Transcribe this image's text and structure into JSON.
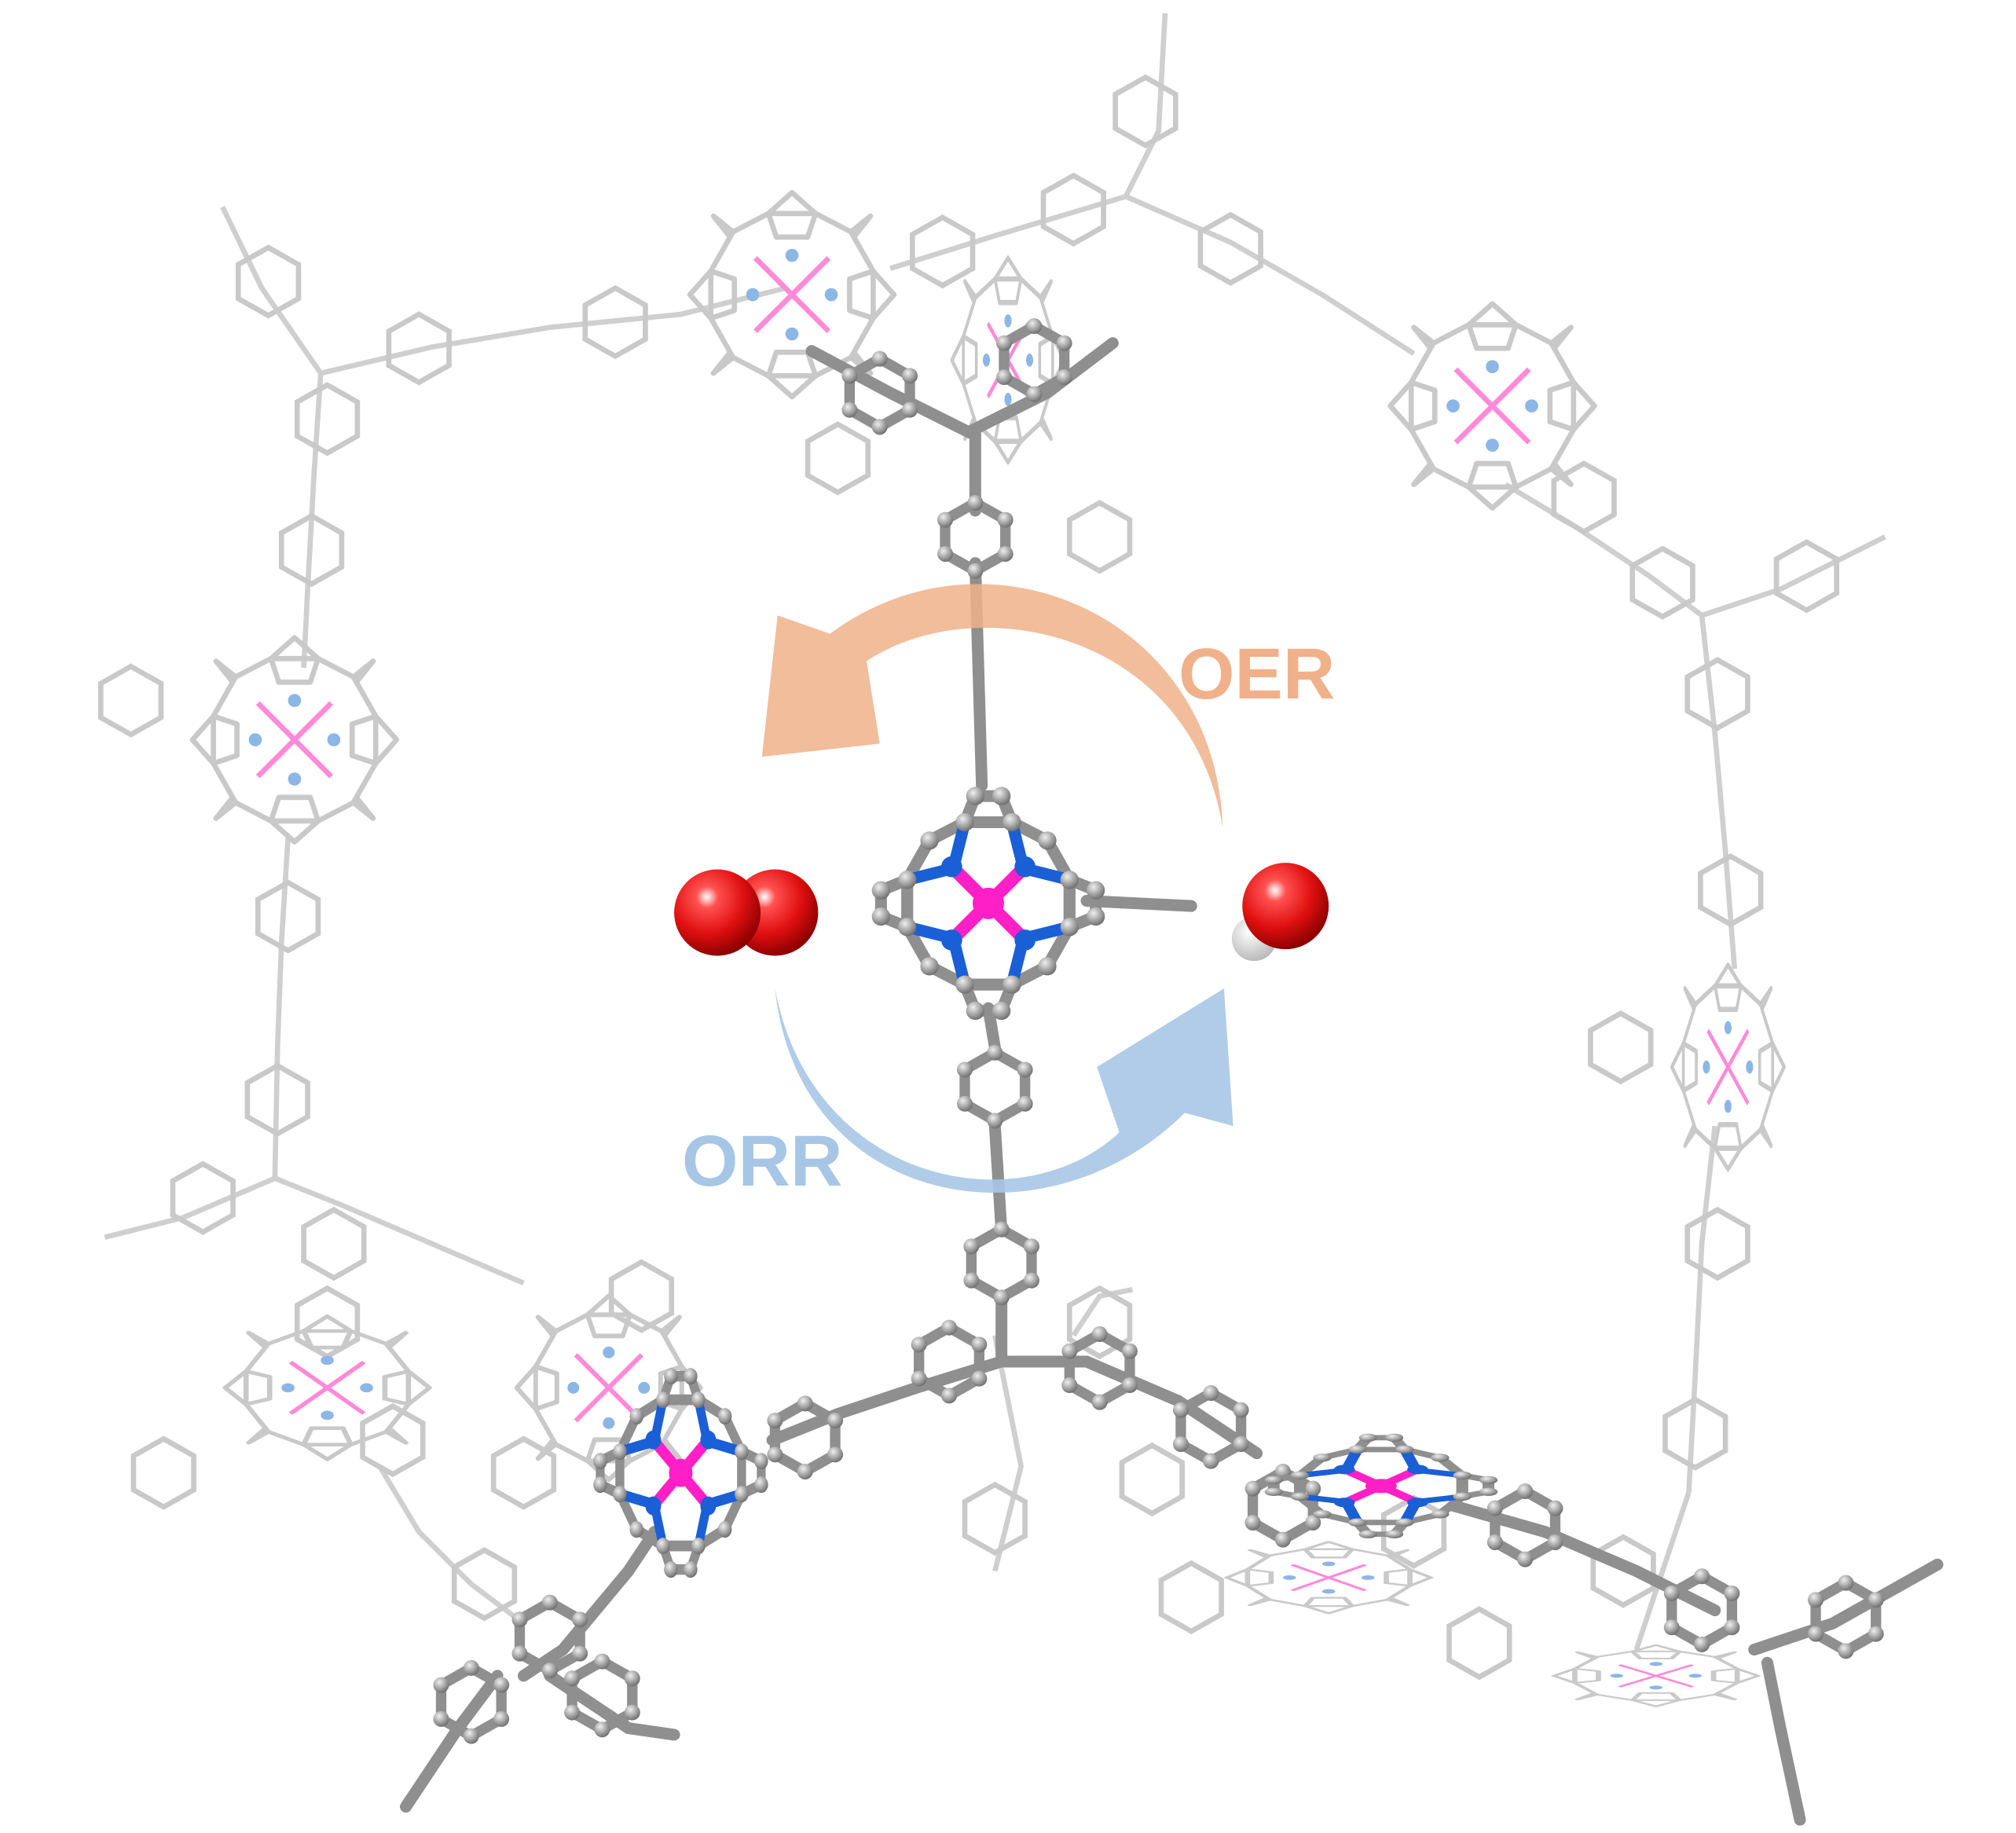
{
  "labels": {
    "oer": "OER",
    "orr": "ORR"
  },
  "colors": {
    "oer": "#f0b18a",
    "orr": "#a7c6e5",
    "oxygen": "#e01010",
    "hydrogen": "#e6e6e6",
    "carbon_back": "#c9c9c9",
    "carbon_front": "#8f8f8f",
    "nitrogen_back": "#8cb6e6",
    "nitrogen_front": "#1a5fd6",
    "metal": "#ff1fc7"
  },
  "molecules": {
    "left": "O2",
    "right": "OH"
  }
}
